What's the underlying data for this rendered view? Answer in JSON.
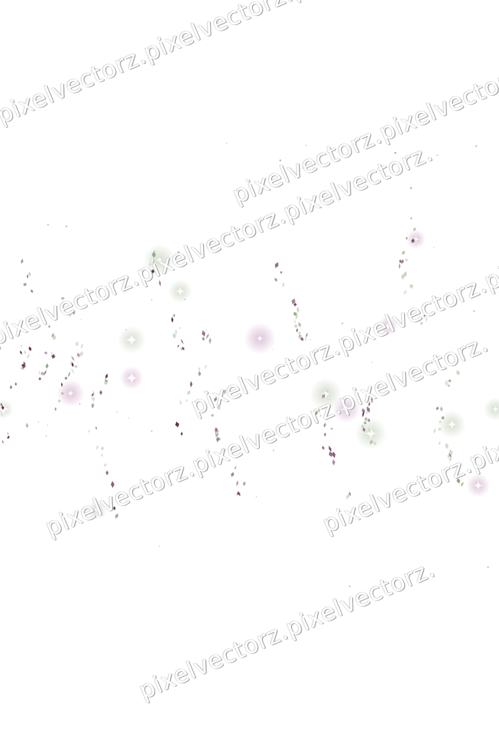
{
  "watermark": {
    "text": "pixelvectorz.",
    "bands": [
      {
        "repeat": "pixelvectorz.pixelvectorz.pixel"
      },
      {
        "repeat": "pixelvectorz.pixelvectorz."
      },
      {
        "repeat": "pixelvectorz.pixelvectorz.pixelvectorz."
      },
      {
        "repeat": "pixelvectorz.pixelvectorz.pixelvectorz."
      },
      {
        "repeat": "pixelvectorz.pixelvectorz.pixelvectorz."
      },
      {
        "repeat": "pixelvectorz.pixelvectorz.pixelvectorz."
      },
      {
        "repeat": "pixelvectorz.pixelvectorz."
      }
    ]
  },
  "colors": {
    "background": "#ffffff",
    "confetti_purple": "#5b2a4a",
    "confetti_mauve": "#8a5a7c",
    "confetti_green": "#8fa07e",
    "confetti_pale_green": "#c9d2bf",
    "sparkle_glow_purple": "#d8b8d2",
    "sparkle_glow_green": "#cdd8c4"
  },
  "icons": {
    "sparkle": "four-point-star-icon",
    "confetti": "diamond-confetti-icon"
  }
}
